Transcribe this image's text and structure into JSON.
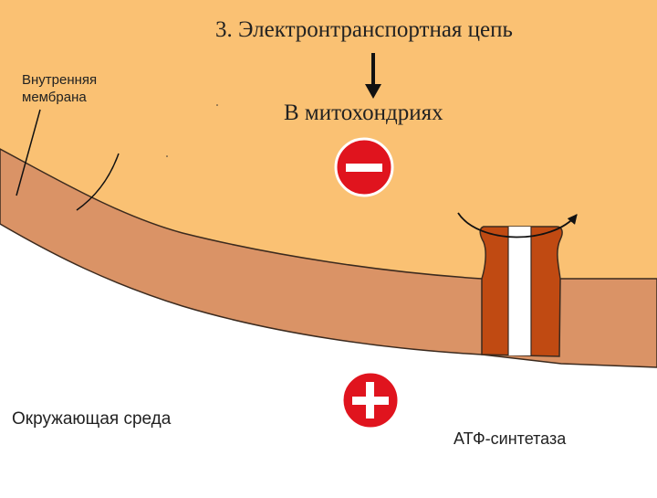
{
  "title": "3. Электронтранспортная цепь",
  "subtitle": "В митохондриях",
  "labels": {
    "inner_membrane_line1": "Внутренняя",
    "inner_membrane_line2": "мембрана",
    "environment": "Окружающая среда",
    "atp_synthase": "АТФ-синтетаза"
  },
  "charges": {
    "inside": "minus",
    "outside": "plus"
  },
  "colors": {
    "matrix": "#FAC173",
    "membrane": "#DA9366",
    "membrane_edge": "#3b2a1e",
    "atp_synthase": "#C04A12",
    "channel": "#ffffff",
    "charge_badge": "#E0141E",
    "outside": "#ffffff"
  }
}
